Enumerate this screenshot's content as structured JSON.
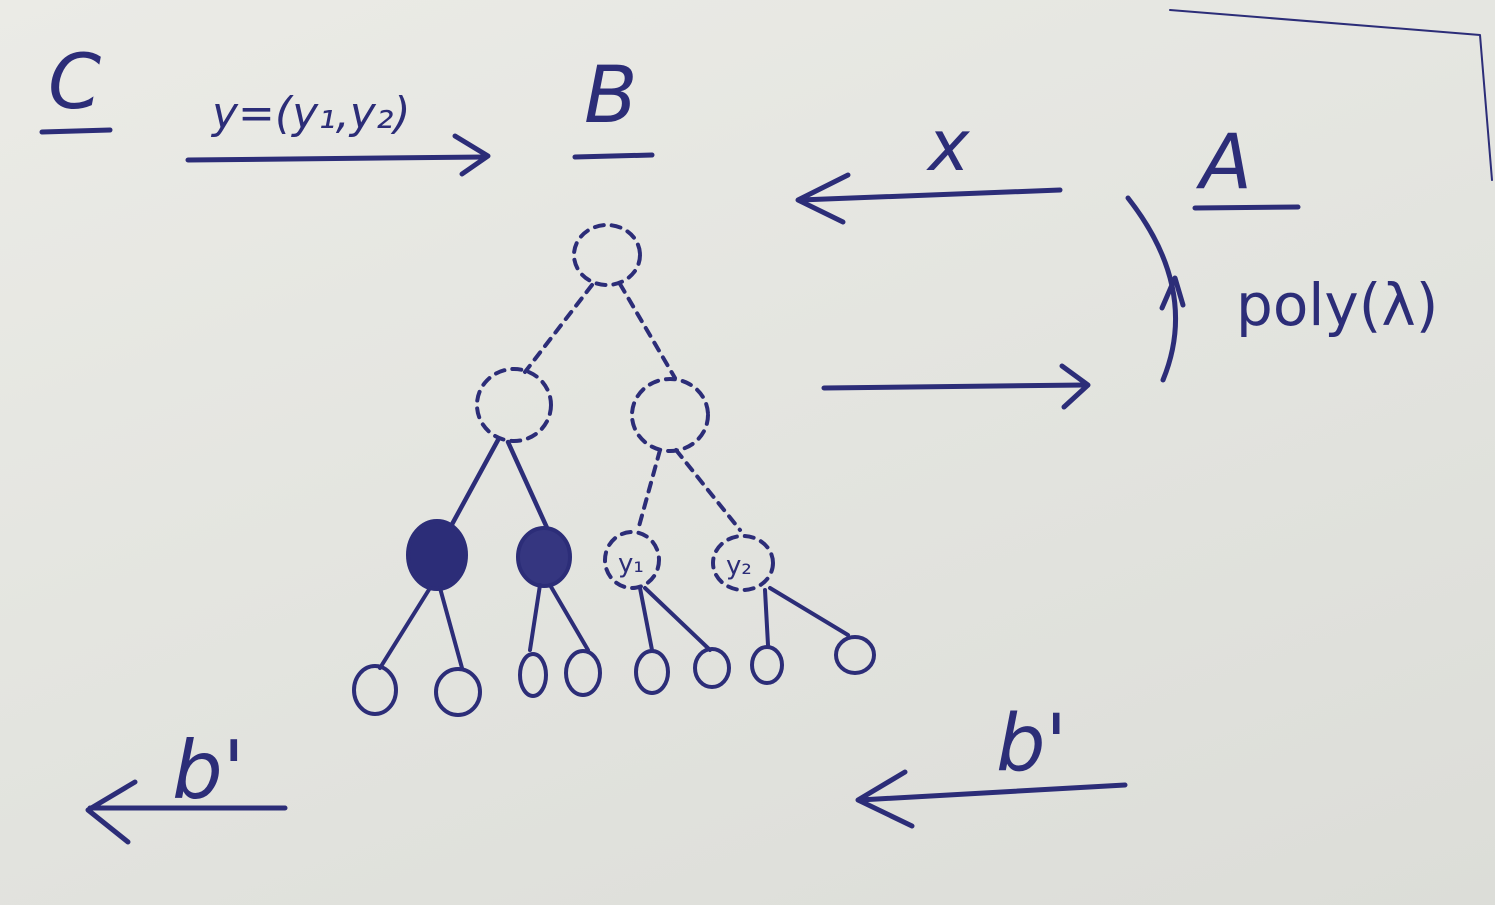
{
  "labels": {
    "party_c": "C",
    "party_b": "B",
    "party_a": "A",
    "y_message": "y=(y₁,y₂)",
    "x_message": "x",
    "poly": "poly(λ)",
    "b_prime_left": "b'",
    "b_prime_right": "b'",
    "leaf_y1": "y₁",
    "leaf_y2": "y₂"
  },
  "colors": {
    "ink": "#2c2d78",
    "paper": "#e6e6e1"
  }
}
